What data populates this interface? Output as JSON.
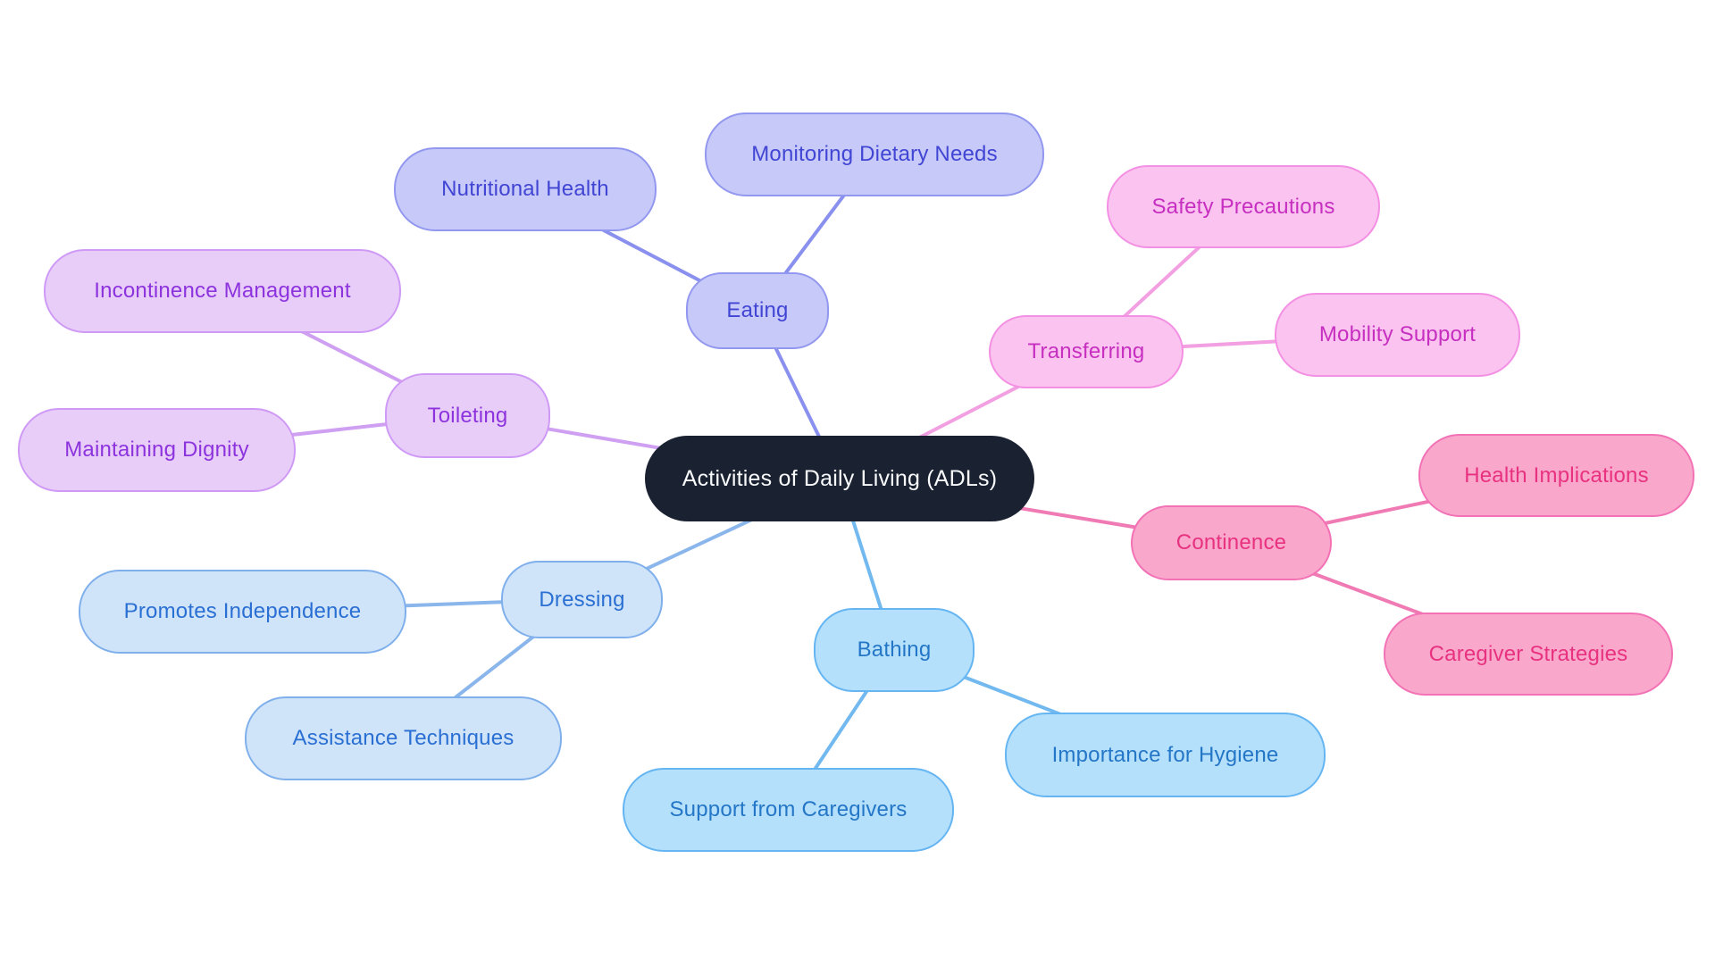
{
  "diagram": {
    "type": "mindmap",
    "background_color": "#ffffff",
    "root": {
      "label": "Activities of Daily Living (ADLs)",
      "fill": "#1a2130",
      "text_color": "#f8fafc"
    },
    "branches": [
      {
        "name": "Eating",
        "fill": "#c7c9f8",
        "border": "#9297ef",
        "text": "#4145d4",
        "line": "#8a90ee",
        "children": [
          "Nutritional Health",
          "Monitoring Dietary Needs"
        ]
      },
      {
        "name": "Transferring",
        "fill": "#fbc3f0",
        "border": "#f490e3",
        "text": "#c62fc0",
        "line": "#f2a0e2",
        "children": [
          "Safety Precautions",
          "Mobility Support"
        ]
      },
      {
        "name": "Toileting",
        "fill": "#e8cdf9",
        "border": "#cf9af5",
        "text": "#8c33dd",
        "line": "#cf9ff2",
        "children": [
          "Incontinence Management",
          "Maintaining Dignity"
        ]
      },
      {
        "name": "Continence",
        "fill": "#f9a8cc",
        "border": "#f272b5",
        "text": "#e8317f",
        "line": "#f07bb4",
        "children": [
          "Health Implications",
          "Caregiver Strategies"
        ]
      },
      {
        "name": "Dressing",
        "fill": "#d0e4f9",
        "border": "#7fb0ec",
        "text": "#2a6fd3",
        "line": "#8ab6ec",
        "children": [
          "Promotes Independence",
          "Assistance Techniques"
        ]
      },
      {
        "name": "Bathing",
        "fill": "#b5e0fc",
        "border": "#64b5f2",
        "text": "#2476c6",
        "line": "#72b9f0",
        "children": [
          "Support from Caregivers",
          "Importance for Hygiene"
        ]
      }
    ]
  }
}
